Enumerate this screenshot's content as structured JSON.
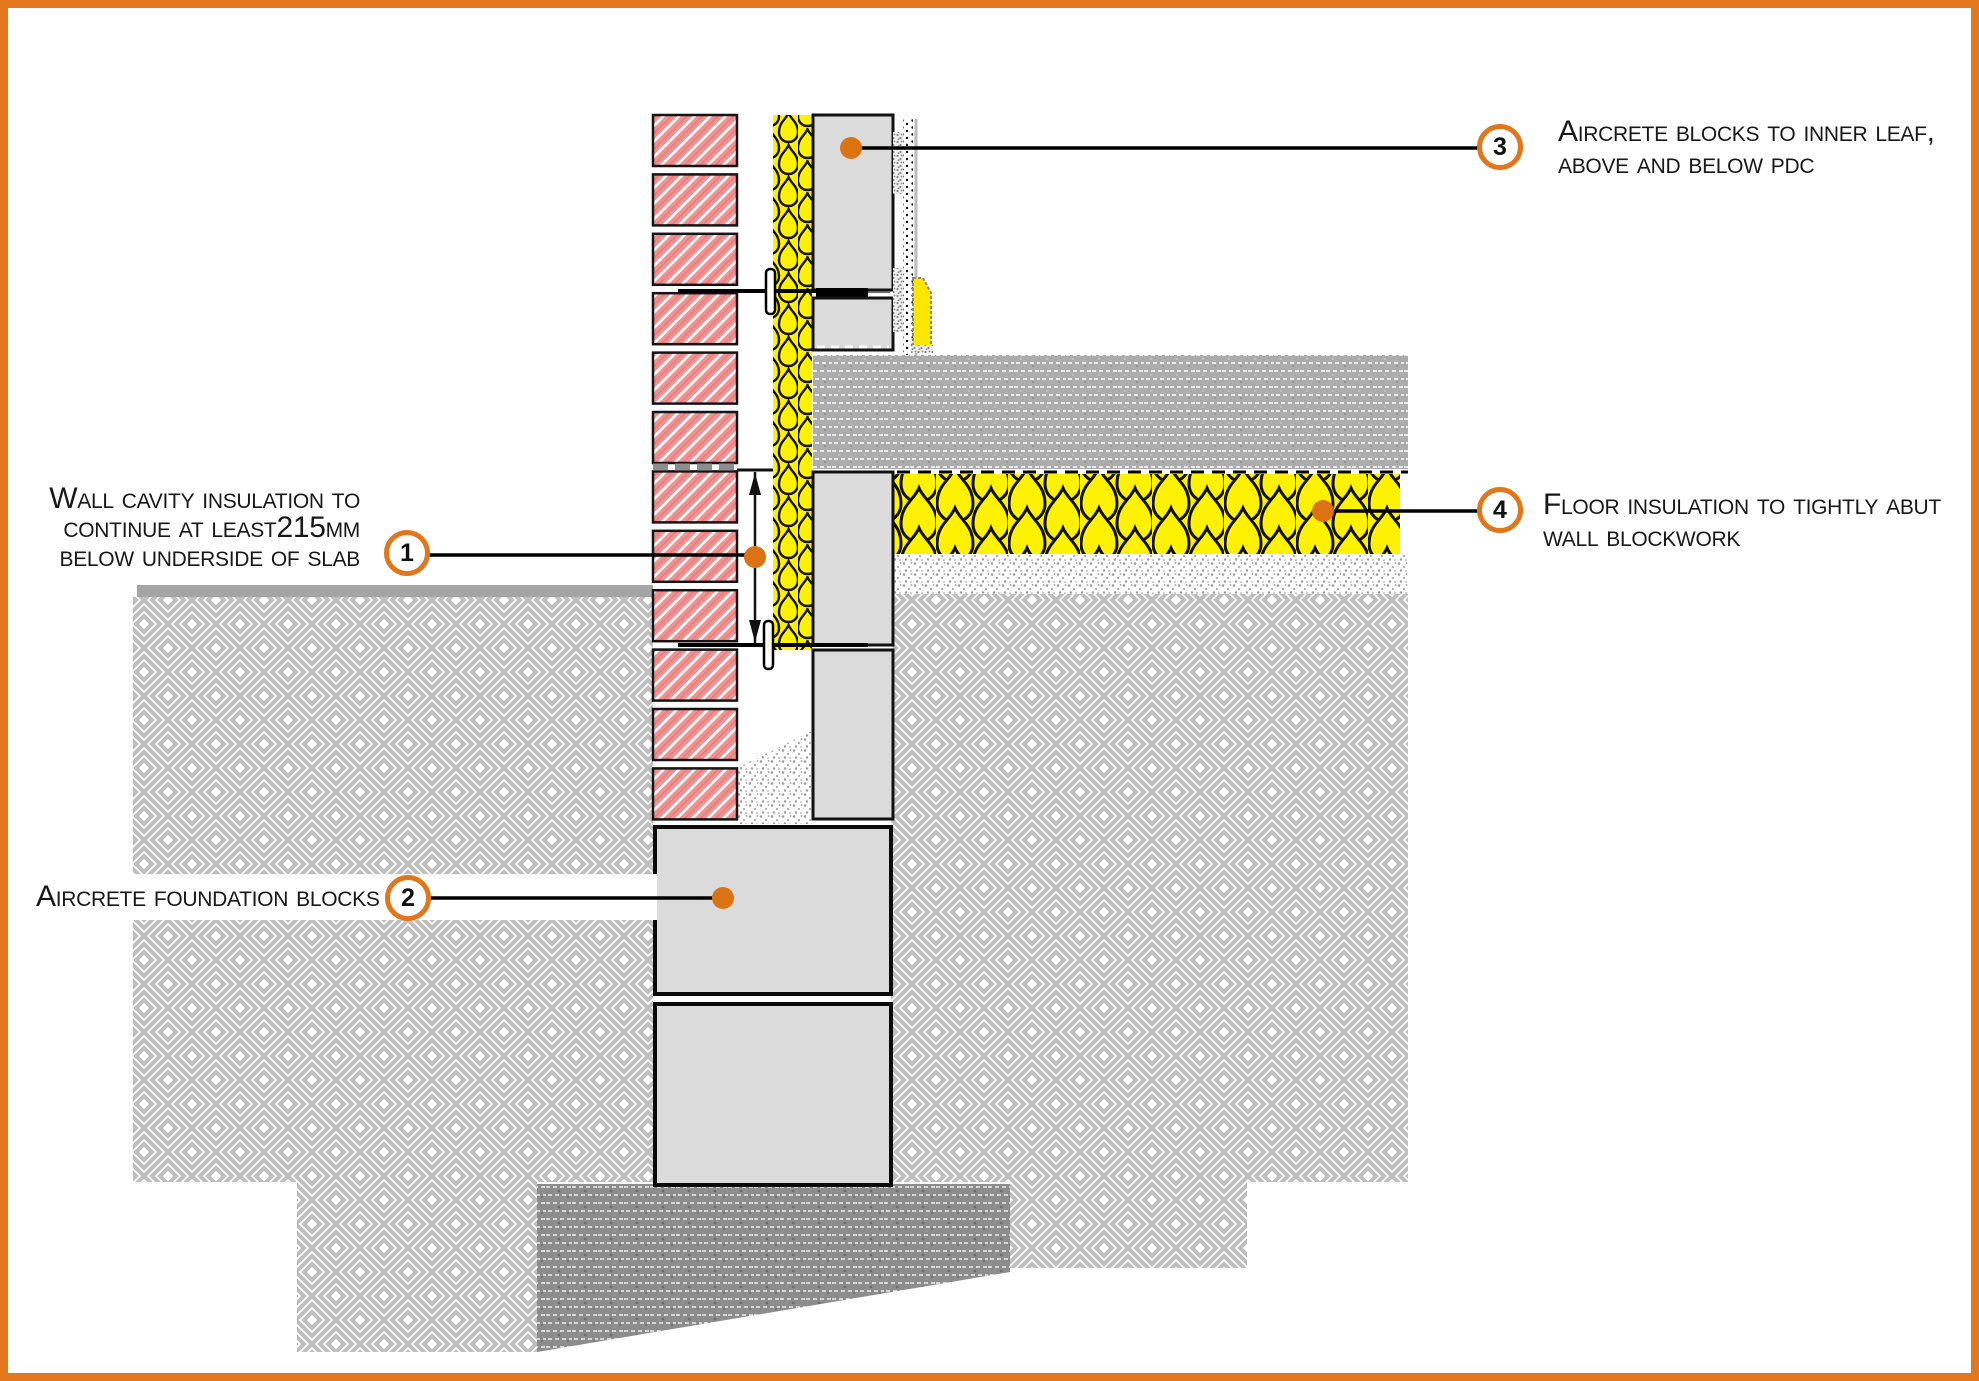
{
  "drawing": {
    "type": "construction-detail-section",
    "subject": "External wall / foundation junction with insulated ground floor slab"
  },
  "callouts": {
    "c1": {
      "number": "1",
      "lines": [
        "Wall cavity insulation to",
        "continue at least215mm",
        "below underside of slab"
      ]
    },
    "c2": {
      "number": "2",
      "lines": [
        "Aircrete foundation blocks"
      ]
    },
    "c3": {
      "number": "3",
      "lines": [
        "Aircrete blocks to inner leaf,",
        "above and below pdc"
      ]
    },
    "c4": {
      "number": "4",
      "lines": [
        "Floor insulation to tightly abut",
        "wall blockwork"
      ]
    }
  },
  "colors": {
    "accent_orange": "#E1771A",
    "frame_orange": "#E4771B",
    "insulation_yellow": "#FFF200",
    "brick_pink": "#F19292",
    "block_grey": "#DBDBDB",
    "slab_grey": "#ACACAC",
    "footing_grey": "#8D8D8D",
    "hatch_grey": "#BEBEBE"
  }
}
